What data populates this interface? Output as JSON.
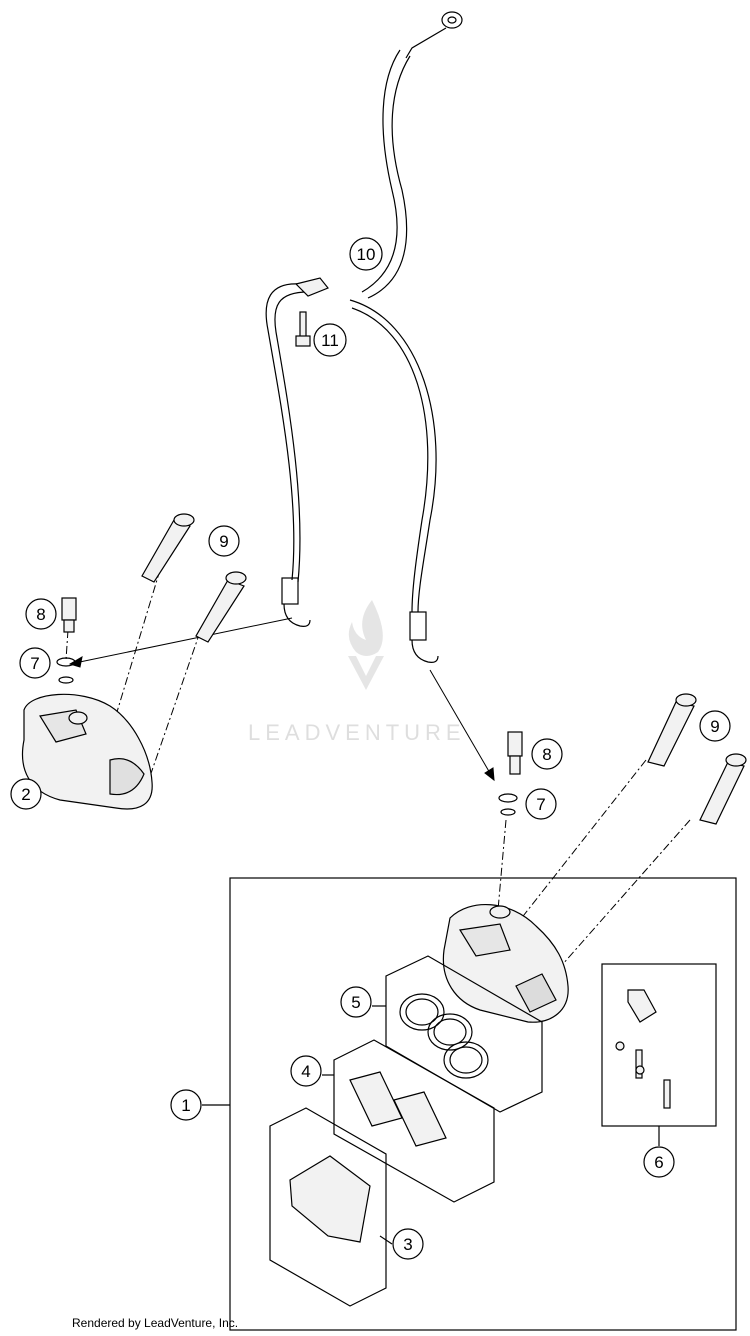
{
  "diagram": {
    "callouts": {
      "c1": "1",
      "c2": "2",
      "c3": "3",
      "c4": "4",
      "c5": "5",
      "c6": "6",
      "c7a": "7",
      "c7b": "7",
      "c8a": "8",
      "c8b": "8",
      "c9a": "9",
      "c9b": "9",
      "c10": "10",
      "c11": "11"
    },
    "watermark": "LEADVENTURE",
    "footer": "Rendered by LeadVenture, Inc."
  },
  "colors": {
    "line": "#000000",
    "watermark": "#cccccc",
    "part_fill": "#f2f2f2"
  }
}
